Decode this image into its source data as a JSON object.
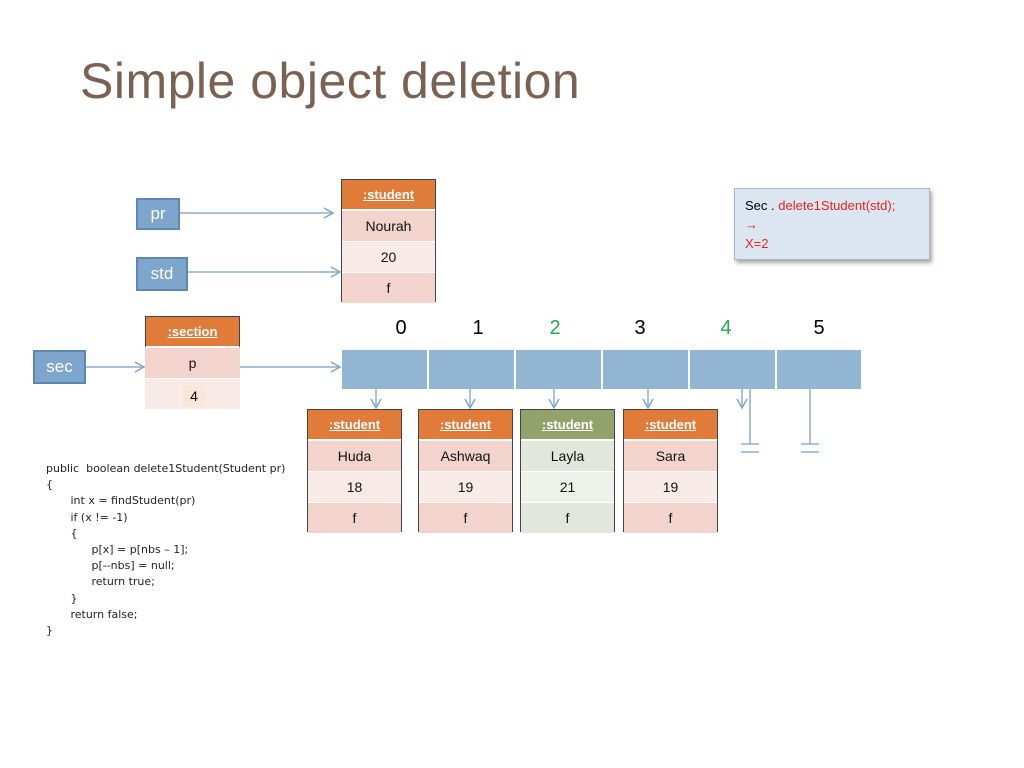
{
  "title": "Simple object deletion",
  "refs": {
    "pr": "pr",
    "std": "std",
    "sec": "sec"
  },
  "std_object": {
    "header": ":student",
    "name": "Nourah",
    "age": "20",
    "gender": "f"
  },
  "section_object": {
    "header": ":section",
    "field": "p",
    "value": "4"
  },
  "array_indices": [
    {
      "label": "0",
      "color": "#000000"
    },
    {
      "label": "1",
      "color": "#000000"
    },
    {
      "label": "2",
      "color": "#1faa4f"
    },
    {
      "label": "3",
      "color": "#000000"
    },
    {
      "label": "4",
      "color": "#1faa4f"
    },
    {
      "label": "5",
      "color": "#000000"
    }
  ],
  "students": [
    {
      "header": ":student",
      "name": "Huda",
      "age": "18",
      "gender": "f"
    },
    {
      "header": ":student",
      "name": "Ashwaq",
      "age": "19",
      "gender": "f"
    },
    {
      "header": ":student",
      "name": "Layla",
      "age": "21",
      "gender": "f"
    },
    {
      "header": ":student",
      "name": "Sara",
      "age": "19",
      "gender": "f"
    }
  ],
  "callout": {
    "prefix": "Sec . ",
    "call": "delete1Student(std);",
    "arrow": "→",
    "result": "X=2"
  },
  "code": "public  boolean delete1Student(Student pr)\n{\n       int x = findStudent(pr)\n       if (x != -1)\n       {\n             p[x] = p[nbs – 1];\n             p[--nbs] = null;\n             return true;\n       }\n       return false;\n}"
}
